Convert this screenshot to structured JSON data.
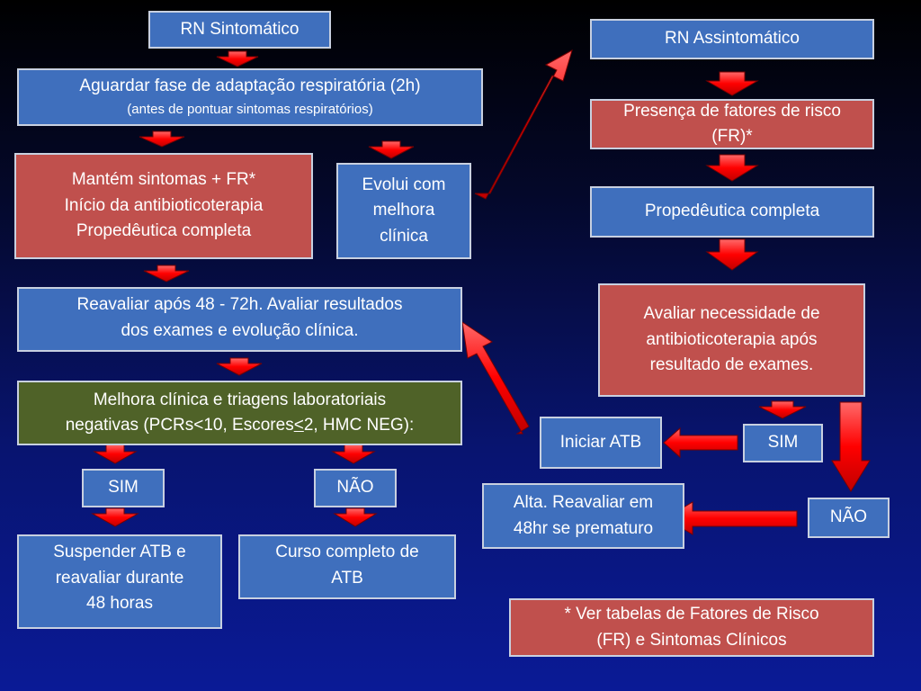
{
  "boxes": {
    "rn_sintomatico": "RN Sintomático",
    "aguardar": {
      "line1": "Aguardar fase de adaptação respiratória (2h)",
      "line2": "(antes de pontuar sintomas respiratórios)"
    },
    "mantem": {
      "line1": "Mantém sintomas + FR*",
      "line2": "Início da antibioticoterapia",
      "line3": "Propedêutica completa"
    },
    "evolui": {
      "line1": "Evolui com",
      "line2": "melhora",
      "line3": "clínica"
    },
    "reavaliar": {
      "line1": "Reavaliar após 48 - 72h. Avaliar resultados",
      "line2": "dos exames e evolução clínica."
    },
    "melhora": {
      "line1": "Melhora clínica e triagens laboratoriais",
      "line2_a": "negativas (PCRs<10, Escores",
      "line2_u": "<",
      "line2_b": "2, HMC  NEG):"
    },
    "sim_left": "SIM",
    "nao_left": "NÃO",
    "suspender": {
      "line1": "Suspender ATB e",
      "line2": "reavaliar durante",
      "line3": "48 horas"
    },
    "curso": {
      "line1": "Curso completo de",
      "line2": "ATB"
    },
    "rn_assintomatico": "RN Assintomático",
    "presenca": {
      "line1": "Presença de fatores de risco",
      "line2": "(FR)*"
    },
    "propedeutica": "Propedêutica completa",
    "avaliar": {
      "line1": "Avaliar necessidade de",
      "line2": "antibioticoterapia após",
      "line3": "resultado de exames."
    },
    "iniciar_atb": "Iniciar ATB",
    "sim_right": "SIM",
    "alta": {
      "line1": "Alta. Reavaliar em",
      "line2": "48hr se prematuro"
    },
    "nao_right": "NÃO",
    "nota": {
      "line1": "* Ver tabelas de Fatores de Risco",
      "line2": "(FR) e Sintomas Clínicos"
    }
  },
  "colors": {
    "box_blue": "#3f6fbd",
    "box_red": "#c0504d",
    "box_green": "#4f6228",
    "arrow_red": "#ff0000",
    "box_border": "#c8d0e0"
  }
}
